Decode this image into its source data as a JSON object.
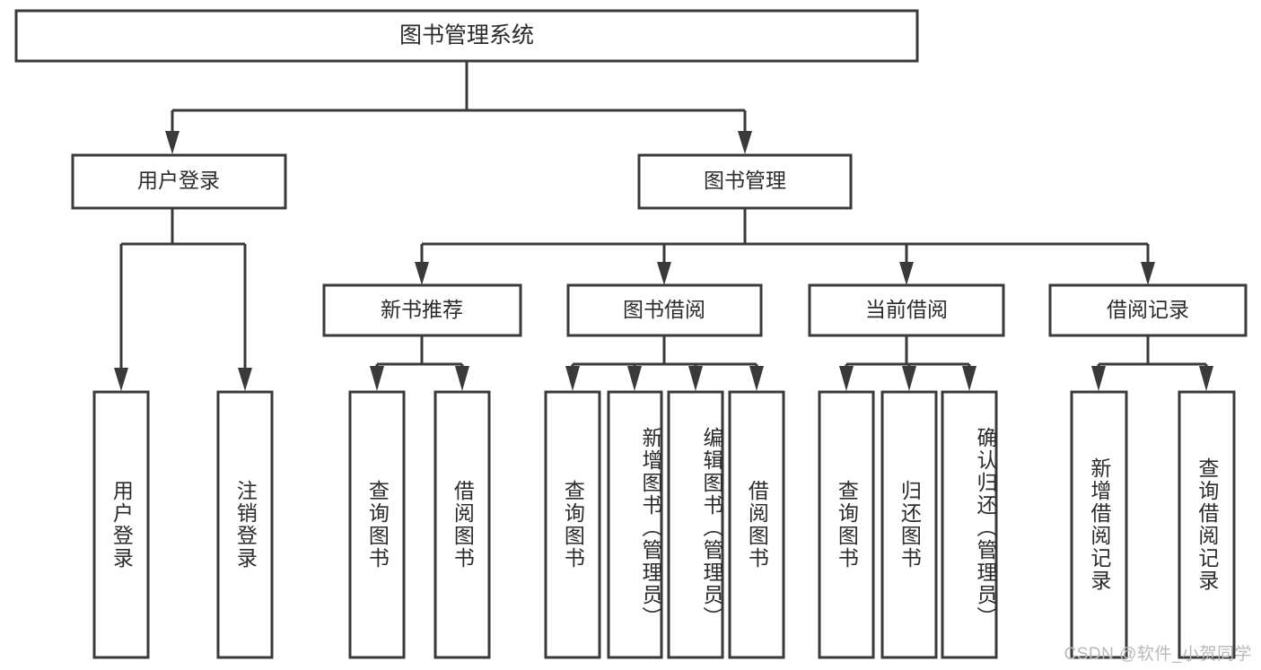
{
  "diagram": {
    "type": "tree",
    "title": "图书管理系统",
    "watermark": "CSDN @软件_小贺同学",
    "colors": {
      "background": "#ffffff",
      "box_fill": "#ffffff",
      "box_stroke": "#3a3a3a",
      "text": "#2b2b2b",
      "watermark": "#b9b9b9"
    },
    "levels": {
      "root": "图书管理系统",
      "level2": [
        "用户登录",
        "图书管理"
      ],
      "level3": [
        "新书推荐",
        "图书借阅",
        "当前借阅",
        "借阅记录"
      ]
    },
    "nodes": {
      "root": {
        "label": "图书管理系统"
      },
      "user_login": {
        "label": "用户登录"
      },
      "book_manage": {
        "label": "图书管理"
      },
      "new_book_rec": {
        "label": "新书推荐"
      },
      "book_borrow": {
        "label": "图书借阅"
      },
      "current_borrow": {
        "label": "当前借阅"
      },
      "borrow_record": {
        "label": "借阅记录"
      }
    },
    "leaves": [
      {
        "id": "leaf-user-login",
        "label": "用户登录",
        "parent": "用户登录"
      },
      {
        "id": "leaf-logout",
        "label": "注销登录",
        "parent": "用户登录"
      },
      {
        "id": "leaf-query-book-1",
        "label": "查询图书",
        "parent": "新书推荐"
      },
      {
        "id": "leaf-borrow-book-1",
        "label": "借阅图书",
        "parent": "新书推荐"
      },
      {
        "id": "leaf-query-book-2",
        "label": "查询图书",
        "parent": "图书借阅"
      },
      {
        "id": "leaf-add-book",
        "label": "新增图书（管理员）",
        "parent": "图书借阅"
      },
      {
        "id": "leaf-edit-book",
        "label": "编辑图书（管理员）",
        "parent": "图书借阅"
      },
      {
        "id": "leaf-borrow-book-2",
        "label": "借阅图书",
        "parent": "图书借阅"
      },
      {
        "id": "leaf-query-book-3",
        "label": "查询图书",
        "parent": "当前借阅"
      },
      {
        "id": "leaf-return-book",
        "label": "归还图书",
        "parent": "当前借阅"
      },
      {
        "id": "leaf-confirm-return",
        "label": "确认归还（管理员）",
        "parent": "当前借阅"
      },
      {
        "id": "leaf-add-record",
        "label": "新增借阅记录",
        "parent": "借阅记录"
      },
      {
        "id": "leaf-query-record",
        "label": "查询借阅记录",
        "parent": "借阅记录"
      }
    ]
  }
}
